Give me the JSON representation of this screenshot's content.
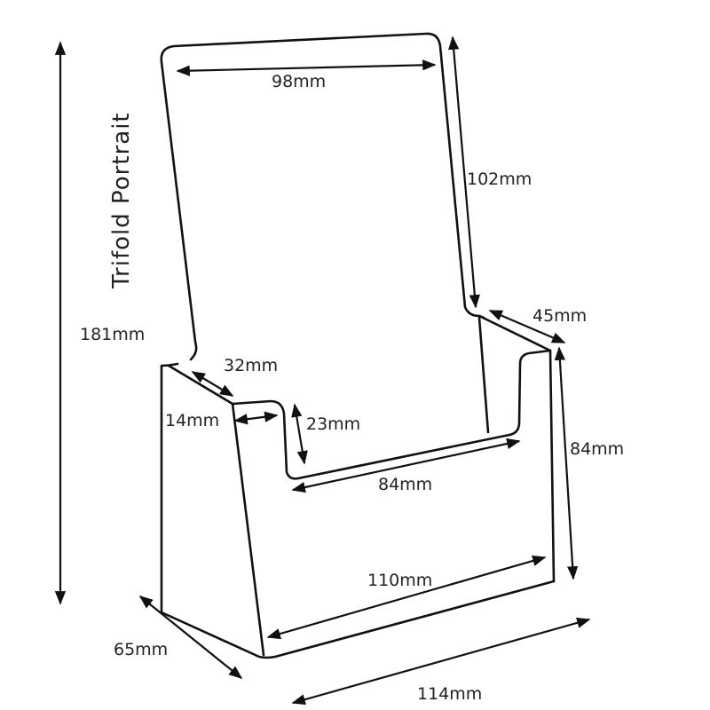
{
  "title": "Trifold Portrait",
  "dimensions": {
    "overall_height": "181mm",
    "back_width": "98mm",
    "back_upper_height": "102mm",
    "depth_top": "45mm",
    "front_height": "84mm",
    "side_top": "32mm",
    "side_lip": "14mm",
    "pocket_depth": "23mm",
    "pocket_width": "84mm",
    "inner_width": "110mm",
    "base_depth": "65mm",
    "base_width": "114mm"
  },
  "colors": {
    "line": "#111111",
    "background": "#ffffff"
  }
}
